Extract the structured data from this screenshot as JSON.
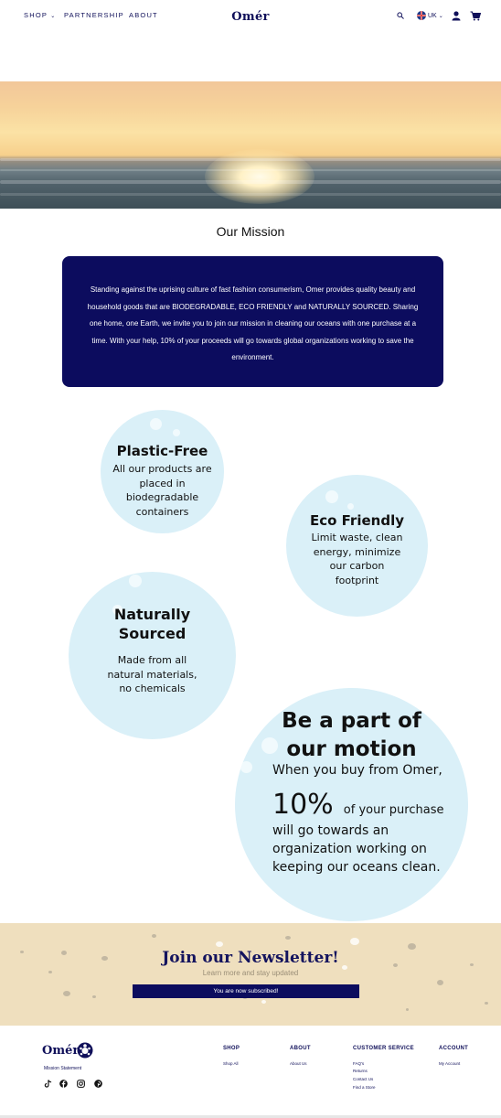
{
  "header": {
    "nav": [
      {
        "label": "SHOP",
        "has_dropdown": true
      },
      {
        "label": "PARTNERSHIP",
        "has_dropdown": false
      },
      {
        "label": "ABOUT",
        "has_dropdown": false
      }
    ],
    "logo": "Omér",
    "region": "UK"
  },
  "mission": {
    "title": "Our Mission",
    "text": "Standing against the uprising culture of fast fashion consumerism, Omer provides quality beauty and household goods that are BIODEGRADABLE, ECO FRIENDLY and NATURALLY SOURCED. Sharing one home, one Earth, we invite you to join our mission in cleaning our oceans with one purchase at a time. With your help, 10% of your proceeds will go towards global organizations working to save the environment."
  },
  "bubbles": {
    "plastic_free": {
      "title": "Plastic-Free",
      "text": [
        "All our products are",
        "placed in",
        "biodegradable",
        "containers"
      ]
    },
    "eco_friendly": {
      "title": "Eco Friendly",
      "text": [
        "Limit waste, clean",
        "energy, minimize",
        "our carbon",
        "footprint"
      ]
    },
    "naturally_sourced": {
      "title": [
        "Naturally",
        "Sourced"
      ],
      "text": [
        "Made from all",
        "natural materials,",
        "no chemicals"
      ]
    },
    "motion": {
      "title": [
        "Be a part of",
        "our motion"
      ],
      "intro": "When you buy from Omer,",
      "percent": "10%",
      "after_percent": "of your purchase",
      "rest": [
        "will go towards an",
        "organization working on",
        "keeping our oceans clean."
      ]
    }
  },
  "newsletter": {
    "title": "Join our Newsletter!",
    "subtitle": "Learn more and stay updated",
    "button": "You are now subscribed!"
  },
  "footer": {
    "logo": "Omér",
    "tagline": "Mission Statement",
    "columns": [
      {
        "heading": "SHOP",
        "links": [
          "Shop All"
        ]
      },
      {
        "heading": "ABOUT",
        "links": [
          "About Us"
        ]
      },
      {
        "heading": "CUSTOMER SERVICE",
        "links": [
          "FAQ's",
          "Returns",
          "Contact Us",
          "Find a Store"
        ]
      },
      {
        "heading": "ACCOUNT",
        "links": [
          "My Account"
        ]
      }
    ],
    "social": [
      "tiktok-icon",
      "facebook-icon",
      "instagram-icon",
      "pinterest-icon"
    ]
  },
  "colors": {
    "navy": "#0c0c5e",
    "bubble": "#daf0f8",
    "sand": "#efdfbe"
  }
}
